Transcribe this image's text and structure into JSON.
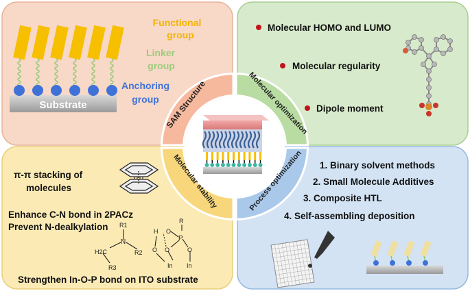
{
  "colors": {
    "sam_panel": "#f8d8c7",
    "opt_panel": "#d7eacb",
    "stab_panel": "#fbeab4",
    "proc_panel": "#d3e3f4",
    "sam_ring": "#f6b99e",
    "opt_ring": "#b8dca2",
    "stab_ring": "#f8d77c",
    "proc_ring": "#a9c8ea",
    "functional": "#f6bf00",
    "linker": "#9ecb7d",
    "anchoring": "#3f72d8",
    "bullet": "#c0141b"
  },
  "sam_structure": {
    "functional_label_1": "Functional",
    "functional_label_2": "group",
    "linker_label_1": "Linker",
    "linker_label_2": "group",
    "anchoring_label_1": "Anchoring",
    "anchoring_label_2": "group",
    "substrate_label": "Substrate",
    "section_title": "SAM Structure"
  },
  "molecular_optimization": {
    "section_title": "Molecular optimization",
    "bullets": [
      "Molecular HOMO and LUMO",
      "Molecular regularity",
      "Dipole moment"
    ]
  },
  "molecular_stability": {
    "section_title": "Molecular stability",
    "stacking_1": "π-π stacking of",
    "stacking_2": "molecules",
    "cn_1": "Enhance C-N bond in 2PACz",
    "cn_2": "Prevent N-dealkylation",
    "ito": "Strengthen In-O-P bond on ITO substrate",
    "chem": {
      "r1": "R1",
      "r2": "R2",
      "r3": "R3",
      "h2c": "H2C",
      "n": "N",
      "r": "R",
      "p": "P",
      "h": "H",
      "o": "O",
      "in": "In"
    }
  },
  "process_optimization": {
    "section_title": "Process optimization",
    "items": [
      "1. Binary solvent methods",
      "2. Small Molecule Additives",
      "3. Composite HTL",
      "4. Self-assembling deposition"
    ]
  }
}
